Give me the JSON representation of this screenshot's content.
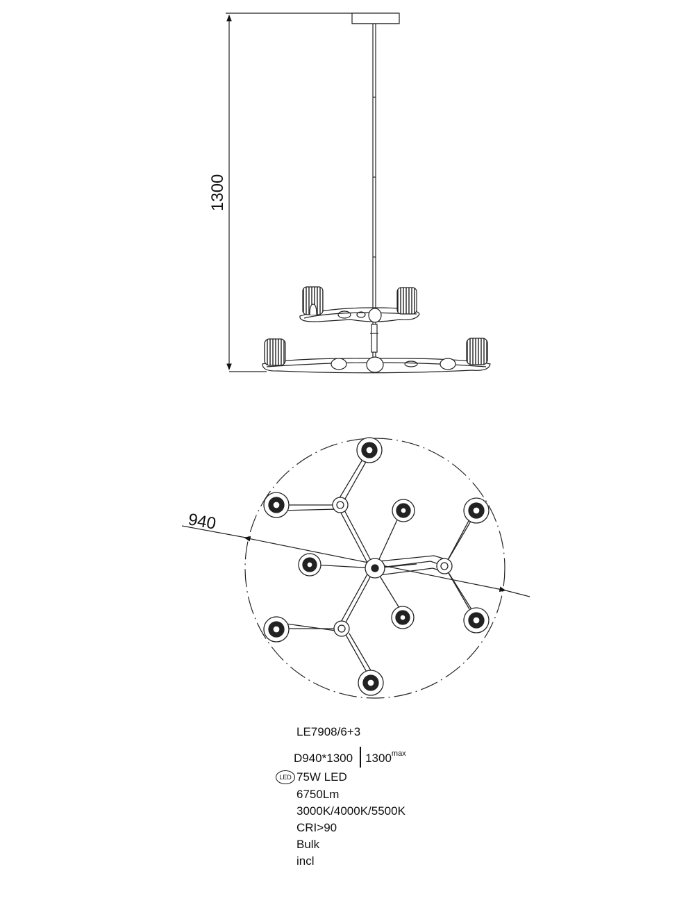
{
  "drawing": {
    "height_dimension": "1300",
    "diameter_dimension": "940"
  },
  "specs": {
    "model": "LE7908/6+3",
    "dimensions": "D940*1300",
    "drop_length": "1300",
    "drop_superscript": "max",
    "led_badge": "LED",
    "power": "75W LED",
    "lumen": "6750Lm",
    "color_temperature": "3000K/4000K/5500K",
    "cri": "CRI>90",
    "bulb_label": "Bulk",
    "bulb_value": "incl"
  }
}
